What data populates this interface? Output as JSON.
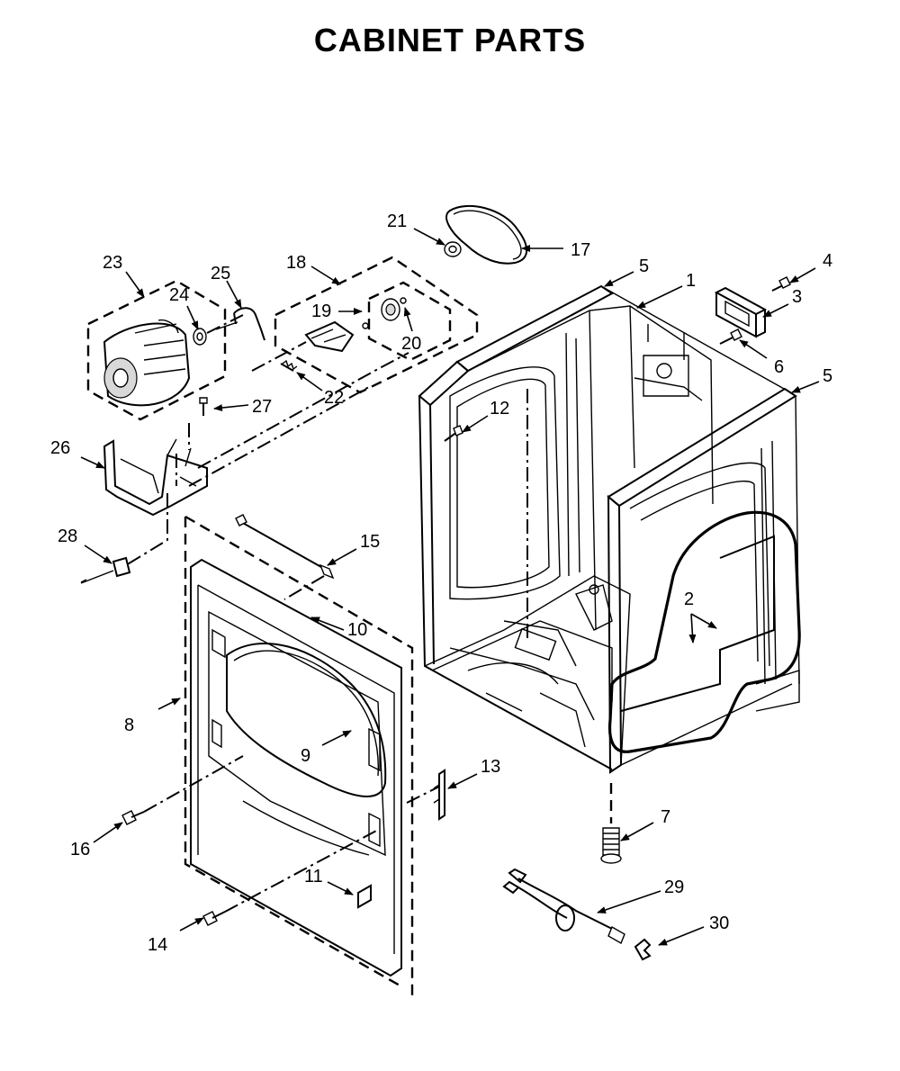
{
  "title": "CABINET PARTS",
  "callouts": [
    {
      "id": "1",
      "label": "1"
    },
    {
      "id": "2",
      "label": "2"
    },
    {
      "id": "3",
      "label": "3"
    },
    {
      "id": "4",
      "label": "4"
    },
    {
      "id": "5a",
      "label": "5"
    },
    {
      "id": "5b",
      "label": "5"
    },
    {
      "id": "6",
      "label": "6"
    },
    {
      "id": "7",
      "label": "7"
    },
    {
      "id": "8",
      "label": "8"
    },
    {
      "id": "9",
      "label": "9"
    },
    {
      "id": "10",
      "label": "10"
    },
    {
      "id": "11",
      "label": "11"
    },
    {
      "id": "12",
      "label": "12"
    },
    {
      "id": "13",
      "label": "13"
    },
    {
      "id": "14",
      "label": "14"
    },
    {
      "id": "15",
      "label": "15"
    },
    {
      "id": "16",
      "label": "16"
    },
    {
      "id": "17",
      "label": "17"
    },
    {
      "id": "18",
      "label": "18"
    },
    {
      "id": "19",
      "label": "19"
    },
    {
      "id": "20",
      "label": "20"
    },
    {
      "id": "21",
      "label": "21"
    },
    {
      "id": "22",
      "label": "22"
    },
    {
      "id": "23",
      "label": "23"
    },
    {
      "id": "24",
      "label": "24"
    },
    {
      "id": "25",
      "label": "25"
    },
    {
      "id": "26",
      "label": "26"
    },
    {
      "id": "27",
      "label": "27"
    },
    {
      "id": "28",
      "label": "28"
    },
    {
      "id": "29",
      "label": "29"
    },
    {
      "id": "30",
      "label": "30"
    }
  ]
}
